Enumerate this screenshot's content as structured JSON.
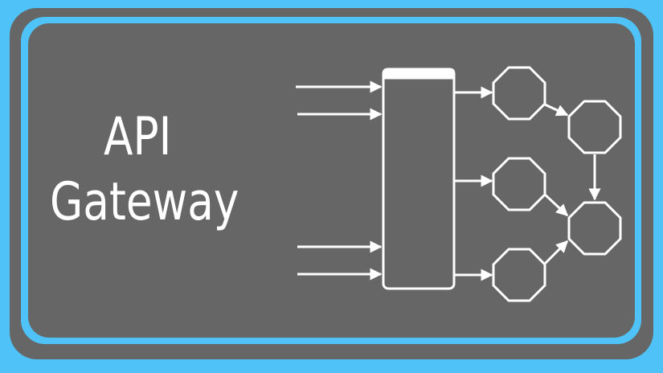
{
  "title": {
    "line1": "API",
    "line2": "Gateway"
  },
  "colors": {
    "background": "#4fc3f7",
    "panel": "#666666",
    "stroke": "#ffffff"
  },
  "diagram": {
    "gateway_box": {
      "label": "gateway-box"
    },
    "incoming_requests": 4,
    "services": [
      {
        "id": "service-1"
      },
      {
        "id": "service-2"
      },
      {
        "id": "service-3"
      },
      {
        "id": "service-4"
      },
      {
        "id": "service-5"
      }
    ],
    "edges": [
      [
        "gateway",
        "service-1"
      ],
      [
        "gateway",
        "service-3"
      ],
      [
        "gateway",
        "service-5"
      ],
      [
        "service-1",
        "service-2"
      ],
      [
        "service-2",
        "service-4"
      ],
      [
        "service-3",
        "service-4"
      ],
      [
        "service-5",
        "service-4"
      ]
    ]
  }
}
